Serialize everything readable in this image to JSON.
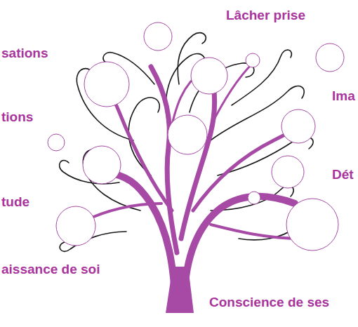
{
  "diagram": {
    "labels": [
      "Lâcher prise",
      "sations",
      "Ima",
      "tions",
      "Dét",
      "tude",
      "aissance de soi",
      "Conscience de ses"
    ]
  }
}
